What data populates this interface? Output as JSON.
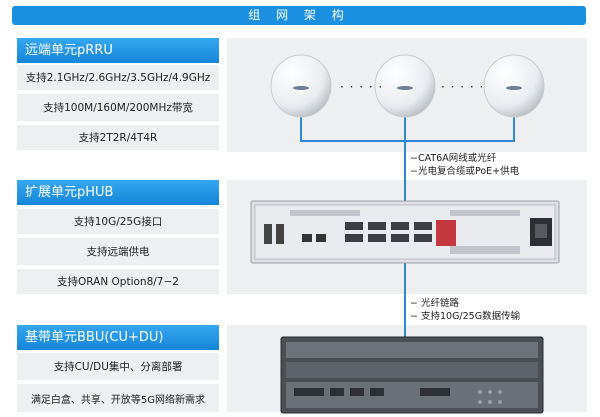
{
  "header": {
    "title": "组 网 架 构"
  },
  "sections": [
    {
      "title": "远端单元pRRU",
      "features": [
        "支持2.1GHz/2.6GHz/3.5GHz/4.9GHz",
        "支持100M/160M/200MHz带宽",
        "支持2T2R/4T4R"
      ]
    },
    {
      "title": "扩展单元pHUB",
      "features": [
        "支持10G/25G接口",
        "支持远端供电",
        "支持ORAN Option8/7−2"
      ]
    },
    {
      "title": "基带单元BBU(CU+DU)",
      "features": [
        "支持CU/DU集中、分离部署",
        "满足白盒、共享、开放等5G网络新需求"
      ]
    }
  ],
  "connections": {
    "rru_hub": [
      "−CAT6A网线或光纤",
      "−光电复合缆或PoE+供电"
    ],
    "hub_bbu": [
      "− 光纤链路",
      "− 支持10G/25G数据传输"
    ]
  },
  "dots": "· · · · ·",
  "colors": {
    "accent": "#1b8fe0",
    "line": "#2f86d6",
    "panel": "#eeeff1",
    "alarm_red": "#c5383f"
  },
  "icons": {
    "rru_device": "rru-device-icon",
    "hub_device": "hub-device-icon",
    "bbu_device": "bbu-device-icon"
  }
}
